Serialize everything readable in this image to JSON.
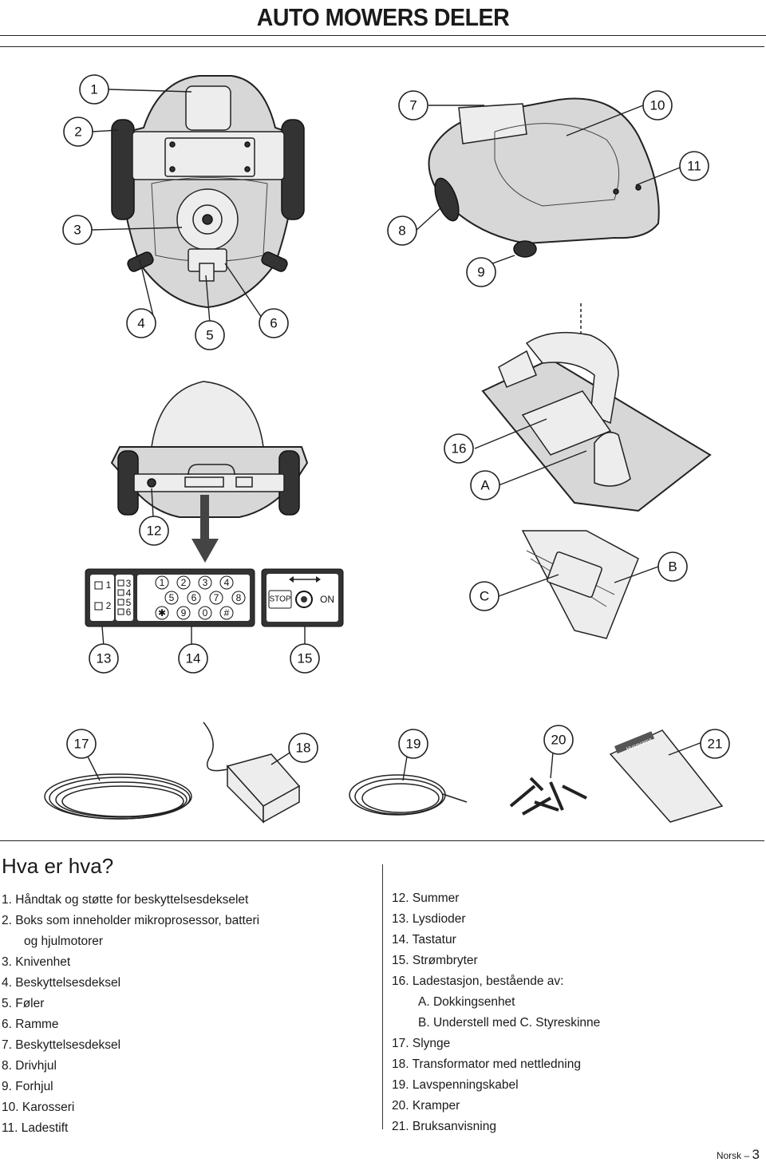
{
  "page": {
    "title": "AUTO MOWERS DELER",
    "section_heading": "Hva er hva?",
    "footer_lang": "Norsk –",
    "footer_page": "3"
  },
  "figure": {
    "callouts": [
      "1",
      "2",
      "3",
      "4",
      "5",
      "6",
      "7",
      "8",
      "9",
      "10",
      "11",
      "12",
      "13",
      "14",
      "15",
      "16",
      "17",
      "18",
      "19",
      "20",
      "21",
      "A",
      "B",
      "C"
    ],
    "keypad": {
      "keys_row1": [
        "1",
        "2",
        "3",
        "4"
      ],
      "keys_row2": [
        "5",
        "6",
        "7",
        "8"
      ],
      "keys_row3": [
        "✱",
        "9",
        "0",
        "#"
      ],
      "led_labels": [
        "1",
        "2",
        "3",
        "4",
        "5",
        "6"
      ],
      "stop_label": "STOP",
      "on_label": "ON"
    },
    "manual_brand": "Husqvarna"
  },
  "parts_left": [
    {
      "num": "1.",
      "text": "Håndtak og støtte for beskyttelsesdekselet"
    },
    {
      "num": "2.",
      "text": "Boks som inneholder mikroprosessor, batteri",
      "cont": "og hjulmotorer"
    },
    {
      "num": "3.",
      "text": "Knivenhet"
    },
    {
      "num": "4.",
      "text": " Beskyttelsesdeksel"
    },
    {
      "num": "5.",
      "text": "Føler"
    },
    {
      "num": "6.",
      "text": "Ramme"
    },
    {
      "num": "7.",
      "text": "Beskyttelsesdeksel"
    },
    {
      "num": "8.",
      "text": "Drivhjul"
    },
    {
      "num": "9.",
      "text": "Forhjul"
    },
    {
      "num": "10.",
      "text": "Karosseri"
    },
    {
      "num": "11.",
      "text": "Ladestift"
    }
  ],
  "parts_right": [
    {
      "num": "12.",
      "text": "Summer"
    },
    {
      "num": "13.",
      "text": "Lysdioder"
    },
    {
      "num": "14.",
      "text": "Tastatur"
    },
    {
      "num": "15.",
      "text": "Strømbryter"
    },
    {
      "num": "16.",
      "text": "Ladestasjon, bestående av:"
    },
    {
      "num": "",
      "text": "A. Dokkingsenhet",
      "sub": true
    },
    {
      "num": "",
      "text": "B. Understell med C. Styreskinne",
      "sub": true
    },
    {
      "num": "17.",
      "text": "Slynge"
    },
    {
      "num": "18.",
      "text": "Transformator med nettledning"
    },
    {
      "num": "19.",
      "text": "Lavspenningskabel"
    },
    {
      "num": "20.",
      "text": "Kramper"
    },
    {
      "num": "21.",
      "text": "Bruksanvisning"
    }
  ]
}
